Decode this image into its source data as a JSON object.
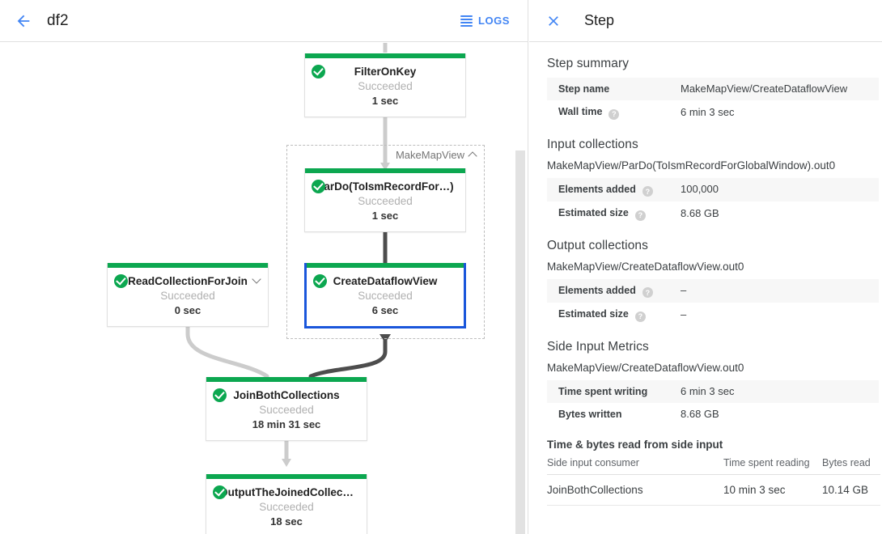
{
  "left_header": {
    "back_icon": "back-arrow-icon",
    "job_title": "df2",
    "logs_label": "LOGS",
    "logs_icon": "logs-lines-icon"
  },
  "graph": {
    "group": {
      "label": "MakeMapView",
      "collapse_icon": "chevron-up-icon"
    },
    "nodes": [
      {
        "id": "FilterOnKey",
        "title": "FilterOnKey",
        "status": "Succeeded",
        "time": "1 sec",
        "status_icon": "check-circle-icon",
        "selected": false,
        "expandable": false
      },
      {
        "id": "ParDo",
        "title": "ParDo(ToIsmRecordFor…)",
        "status": "Succeeded",
        "time": "1 sec",
        "status_icon": "check-circle-icon",
        "selected": false,
        "expandable": false
      },
      {
        "id": "CreateDataflowView",
        "title": "CreateDataflowView",
        "status": "Succeeded",
        "time": "6 sec",
        "status_icon": "check-circle-icon",
        "selected": true,
        "expandable": false
      },
      {
        "id": "ReadCollectionForJoin",
        "title": "ReadCollectionForJoin",
        "status": "Succeeded",
        "time": "0 sec",
        "status_icon": "check-circle-icon",
        "selected": false,
        "expandable": true
      },
      {
        "id": "JoinBothCollections",
        "title": "JoinBothCollections",
        "status": "Succeeded",
        "time": "18 min 31 sec",
        "status_icon": "check-circle-icon",
        "selected": false,
        "expandable": false
      },
      {
        "id": "OutputTheJoinedCollection",
        "title": "OutputTheJoinedCollec…",
        "status": "Succeeded",
        "time": "18 sec",
        "status_icon": "check-circle-icon",
        "selected": false,
        "expandable": false
      }
    ],
    "colors": {
      "success_bar": "#0ca750",
      "selected_border": "#1a56db",
      "edge_light": "#cccccc",
      "edge_dark": "#4d4d4d"
    }
  },
  "panel": {
    "close_icon": "close-x-icon",
    "title": "Step",
    "step_summary": {
      "heading": "Step summary",
      "rows": [
        {
          "key": "Step name",
          "value": "MakeMapView/CreateDataflowView",
          "help": false
        },
        {
          "key": "Wall time",
          "value": "6 min 3 sec",
          "help": true
        }
      ]
    },
    "input_collections": {
      "heading": "Input collections",
      "collection_name": "MakeMapView/ParDo(ToIsmRecordForGlobalWindow).out0",
      "rows": [
        {
          "key": "Elements added",
          "value": "100,000",
          "help": true
        },
        {
          "key": "Estimated size",
          "value": "8.68 GB",
          "help": true
        }
      ]
    },
    "output_collections": {
      "heading": "Output collections",
      "collection_name": "MakeMapView/CreateDataflowView.out0",
      "rows": [
        {
          "key": "Elements added",
          "value": "–",
          "help": true
        },
        {
          "key": "Estimated size",
          "value": "–",
          "help": true
        }
      ]
    },
    "side_input_metrics": {
      "heading": "Side Input Metrics",
      "collection_name": "MakeMapView/CreateDataflowView.out0",
      "rows": [
        {
          "key": "Time spent writing",
          "value": "6 min 3 sec",
          "help": false
        },
        {
          "key": "Bytes written",
          "value": "8.68 GB",
          "help": false
        }
      ],
      "sub_heading": "Time & bytes read from side input",
      "table": {
        "columns": [
          "Side input consumer",
          "Time spent reading",
          "Bytes read"
        ],
        "rows": [
          [
            "JoinBothCollections",
            "10 min 3 sec",
            "10.14 GB"
          ]
        ]
      }
    }
  }
}
